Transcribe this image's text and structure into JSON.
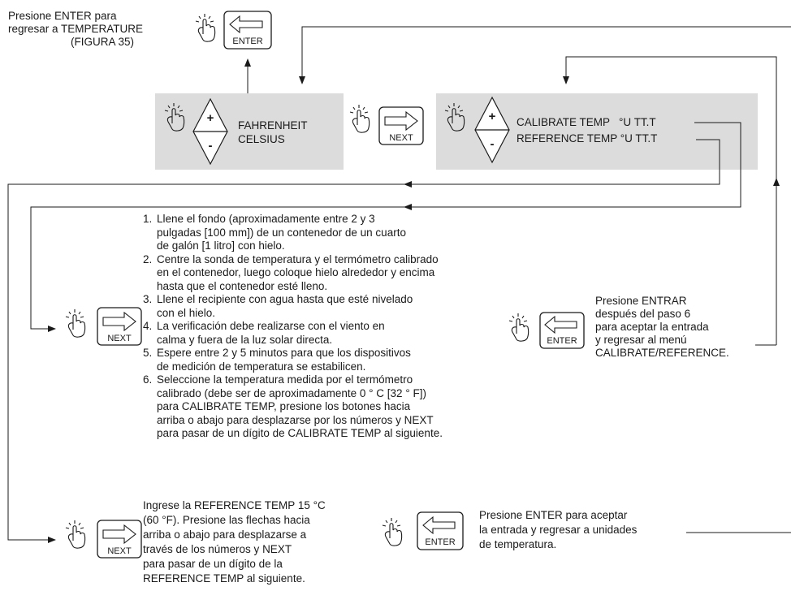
{
  "top_note": [
    "Presione ENTER para",
    "regresar a TEMPERATURE",
    "(FIGURA 35)"
  ],
  "keys": {
    "enter": "ENTER",
    "next": "NEXT",
    "plus": "+",
    "minus": "-"
  },
  "unit_panel": {
    "line1": "FAHRENHEIT",
    "line2": "CELSIUS"
  },
  "calib_panel": {
    "line1": "CALIBRATE TEMP   °U TT.T",
    "line2": "REFERENCE TEMP °U TT.T"
  },
  "steps": [
    {
      "num": "1.",
      "lines": [
        "Llene el fondo (aproximadamente entre 2 y 3",
        "pulgadas [100 mm]) de un contenedor de un cuarto",
        "de galón [1 litro] con hielo."
      ]
    },
    {
      "num": "2.",
      "lines": [
        "Centre la sonda de temperatura y el termómetro calibrado",
        "en el contenedor, luego coloque hielo alrededor y encima",
        "hasta que el contenedor esté lleno."
      ]
    },
    {
      "num": "3.",
      "lines": [
        "Llene el recipiente con agua hasta que esté nivelado",
        "con el hielo."
      ]
    },
    {
      "num": "4.",
      "lines": [
        "La verificación debe realizarse con el viento en",
        "calma y fuera de la luz solar directa."
      ]
    },
    {
      "num": "5.",
      "lines": [
        "Espere entre 2 y 5 minutos para que los dispositivos",
        "de medición de temperatura se estabilicen."
      ]
    },
    {
      "num": "6.",
      "lines": [
        "Seleccione la temperatura medida por el termómetro",
        "calibrado (debe ser de aproximadamente 0 ° C [32 ° F])",
        "para CALIBRATE TEMP, presione los botones hacia",
        "arriba o abajo para desplazarse por los números y NEXT",
        "para pasar de un dígito de CALIBRATE TEMP al siguiente."
      ]
    }
  ],
  "enter_note": [
    "Presione ENTRAR",
    "después del paso 6",
    "para aceptar la entrada",
    "y regresar al menú",
    "CALIBRATE/REFERENCE."
  ],
  "reference_note": [
    "Ingrese la REFERENCE TEMP 15 °C",
    "(60 °F). Presione las flechas hacia",
    "arriba o abajo para desplazarse a",
    "través de los números y NEXT",
    "para pasar de un dígito de la",
    "REFERENCE TEMP al siguiente."
  ],
  "accept_note": [
    "Presione ENTER para aceptar",
    "la entrada y regresar a unidades",
    "de temperatura."
  ]
}
